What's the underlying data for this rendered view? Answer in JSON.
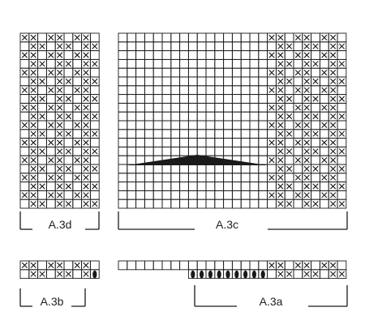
{
  "diagram": {
    "labels": {
      "a3d": "A.3d",
      "a3c": "A.3c",
      "a3b": "A.3b",
      "a3a": "A.3a"
    },
    "symbols": {
      "cross": "x-mark-stitch",
      "empty": "knit-stitch",
      "oval": "oval-stitch",
      "wedge": "decrease-wedge"
    },
    "colors": {
      "ink": "#1a1a1a",
      "background": "#ffffff"
    }
  }
}
